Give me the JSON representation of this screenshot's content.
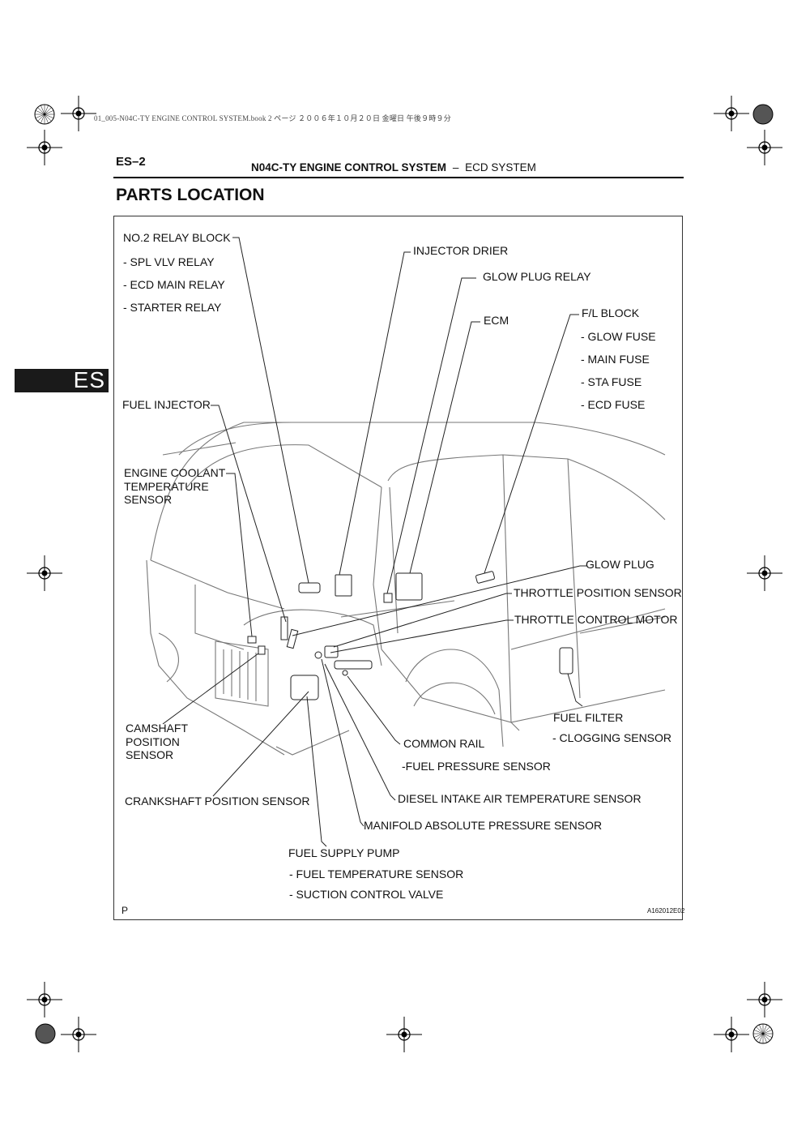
{
  "book_header": "01_005-N04C-TY ENGINE CONTROL SYSTEM.book  2 ページ  ２００６年１０月２０日  金曜日  午後９時９分",
  "page_number": "ES–2",
  "section_title": {
    "system": "N04C-TY ENGINE CONTROL SYSTEM",
    "separator": "–",
    "subsystem": "ECD SYSTEM"
  },
  "page_heading": "PARTS LOCATION",
  "side_tab": "ES",
  "figure": {
    "labels": {
      "relay_block": "NO.2 RELAY BLOCK",
      "spl_vlv_relay": "- SPL VLV RELAY",
      "ecd_main_relay": "- ECD MAIN RELAY",
      "starter_relay": "- STARTER RELAY",
      "injector_drier": "INJECTOR DRIER",
      "glow_plug_relay": "GLOW PLUG RELAY",
      "ecm": "ECM",
      "fl_block": "F/L BLOCK",
      "glow_fuse": "- GLOW FUSE",
      "main_fuse": "- MAIN FUSE",
      "sta_fuse": "- STA FUSE",
      "ecd_fuse": "- ECD FUSE",
      "fuel_injector": "FUEL INJECTOR",
      "ect_sensor_l1": "ENGINE COOLANT",
      "ect_sensor_l2": "TEMPERATURE",
      "ect_sensor_l3": "SENSOR",
      "glow_plug": "GLOW PLUG",
      "throttle_position_sensor": "THROTTLE POSITION SENSOR",
      "throttle_control_motor": "THROTTLE CONTROL MOTOR",
      "fuel_filter": "FUEL FILTER",
      "clogging_sensor": "- CLOGGING SENSOR",
      "camshaft_l1": "CAMSHAFT",
      "camshaft_l2": "POSITION",
      "camshaft_l3": "SENSOR",
      "common_rail": "COMMON RAIL",
      "fuel_pressure_sensor": "-FUEL PRESSURE SENSOR",
      "crankshaft_position_sensor": "CRANKSHAFT POSITION SENSOR",
      "diesel_intake_air_temp_sensor": "DIESEL INTAKE AIR TEMPERATURE SENSOR",
      "manifold_absolute_pressure_sensor": "MANIFOLD ABSOLUTE PRESSURE SENSOR",
      "fuel_supply_pump": "FUEL SUPPLY PUMP",
      "fuel_temperature_sensor": "- FUEL TEMPERATURE SENSOR",
      "suction_control_valve": "- SUCTION CONTROL VALVE"
    },
    "corner_code": "P",
    "figure_id": "A162012E02"
  }
}
